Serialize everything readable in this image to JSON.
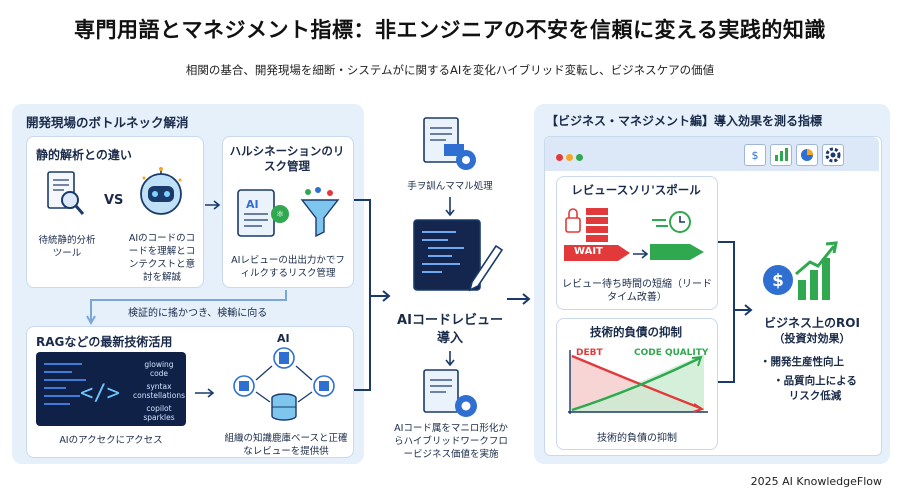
{
  "title": "専門用語とマネジメント指標：非エンジニアの不安を信頼に変える実践的知識",
  "subtitle": "相関の基合、開発現場を細断・システムがに関するAIを変化ハイブリッド変転し、ビジネスケアの価値",
  "left_panel": {
    "title": "開発現場のボトルネック解消",
    "static_card": {
      "title": "静的解析との違い",
      "left_caption": "待統静的分析ツール",
      "vs": "VS",
      "right_caption": "AIのコードのコードを理解とコンテクストと意討を解誠"
    },
    "hallucination_card": {
      "title": "ハルシネーションのリスク管理",
      "doc_label": "AI",
      "caption": "AIレビューの出出力かでフィルクするリスク管理"
    },
    "connector_label": "検証的に搖かつき、検輸に向る",
    "rag_card": {
      "title": "RAGなどの最新技術活用",
      "code_labels": [
        "glowing code",
        "syntax constellations",
        "copilot sparkles"
      ],
      "code_caption": "AIのアクセクにアクセス",
      "ai_label": "AI",
      "kb_caption": "組織の知識鹿庫ベースと正確なレビューを提供供"
    }
  },
  "middle": {
    "top_caption": "手ヲ訓んママル処理",
    "main_label": "AIコードレビュー導入",
    "bottom_caption": "AIコード属をマニロ形化からハイブリッドワークフロービジネス価値を実施"
  },
  "right_panel": {
    "title": "【ビジネス・マネジメント編】導入効果を測る指標",
    "leadtime_card": {
      "title": "レビュースソリ'スポール",
      "wait_label": "WAIT",
      "caption": "レビュー待ち時間の短縮（リードタイム改善）"
    },
    "debt_card": {
      "title": "技術的負債の抑制",
      "debt_label": "DEBT",
      "quality_label": "CODE QUALITY",
      "caption": "技術的負債の抑制"
    },
    "roi": {
      "title": "ビジネス上のROI",
      "sub": "（投資対効果）",
      "bullets": [
        "・開発生産性向上",
        "・品質向上による\nリスク低減"
      ]
    }
  },
  "footer": "2025 AI KnowledgeFlow",
  "colors": {
    "panel": "#e6f0fb",
    "navy": "#1a3a6b",
    "accent_blue": "#2f6fd1",
    "red": "#e23a3a",
    "green": "#2fa84f"
  }
}
